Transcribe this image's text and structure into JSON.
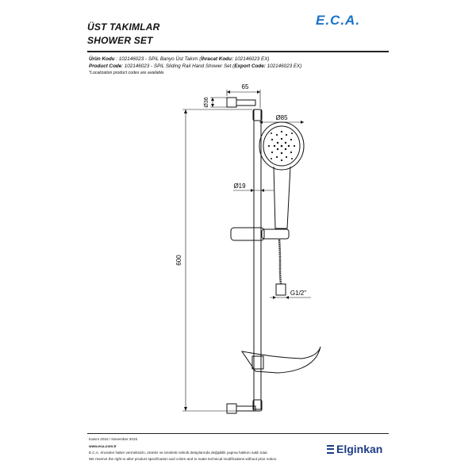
{
  "header": {
    "title_tr": "ÜST TAKIMLAR",
    "title_en": "SHOWER SET",
    "logo": "E.C.A."
  },
  "product": {
    "tr_label": "Ürün Kodu",
    "tr_sep": "  : ",
    "tr_value": "102146023 - SPiL Banyo Üst Takım (",
    "tr_export_label": "İhracat Kodu:",
    "tr_export_value": " 102146023 EX)",
    "en_label": "Product Code",
    "en_sep": ": ",
    "en_value": "102146023 - SPiL Sliding Rail Hand Shower Set (",
    "en_export_label": "Export Code:",
    "en_export_value": " 102146023 EX)",
    "note": "*Localization product codes are available."
  },
  "dimensions": {
    "d65": "65",
    "d36": "Ø36",
    "d85": "Ø85",
    "d19": "Ø19",
    "d600": "600",
    "g12": "G1/2\""
  },
  "footer": {
    "date": "Kasım 2015 / November 2015",
    "website": "www.eca.com.tr",
    "note_tr": "E.C.A. önceden haber vermeksizin, ürünler ve ürünlerin teknik detaylarında değişiklik yapma hakkını saklı tutar.",
    "note_en": "We reserve the right to alter product specification and colors and to make technical modifications without prior notice.",
    "brand": "Elginkan"
  }
}
